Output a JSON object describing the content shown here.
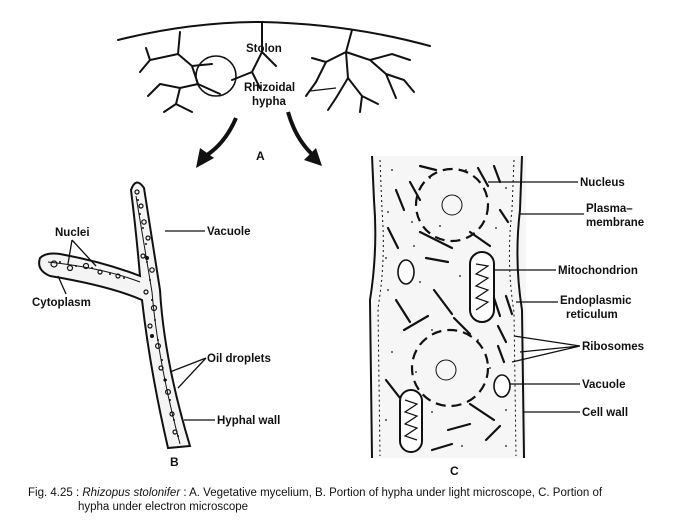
{
  "panel_a": {
    "letter": "A",
    "labels": {
      "stolon": "Stolon",
      "rhizoidal_1": "Rhizoidal",
      "rhizoidal_2": "hypha"
    }
  },
  "panel_b": {
    "letter": "B",
    "labels": {
      "nuclei": "Nuclei",
      "cytoplasm": "Cytoplasm",
      "vacuole": "Vacuole",
      "oil_droplets": "Oil droplets",
      "hyphal_wall": "Hyphal wall"
    }
  },
  "panel_c": {
    "letter": "C",
    "labels": {
      "nucleus": "Nucleus",
      "plasma_1": "Plasma–",
      "plasma_2": "membrane",
      "mitochondrion": "Mitochondrion",
      "er_1": "Endoplasmic",
      "er_2": "reticulum",
      "ribosomes": "Ribosomes",
      "vacuole": "Vacuole",
      "cell_wall": "Cell wall"
    }
  },
  "caption": {
    "prefix": "Fig. 4.25 : ",
    "species": "Rhizopus stolonifer",
    "line1_rest": " : A. Vegetative mycelium, B. Portion of hypha under light microscope, C. Portion of",
    "line2": "hypha under electron microscope"
  }
}
